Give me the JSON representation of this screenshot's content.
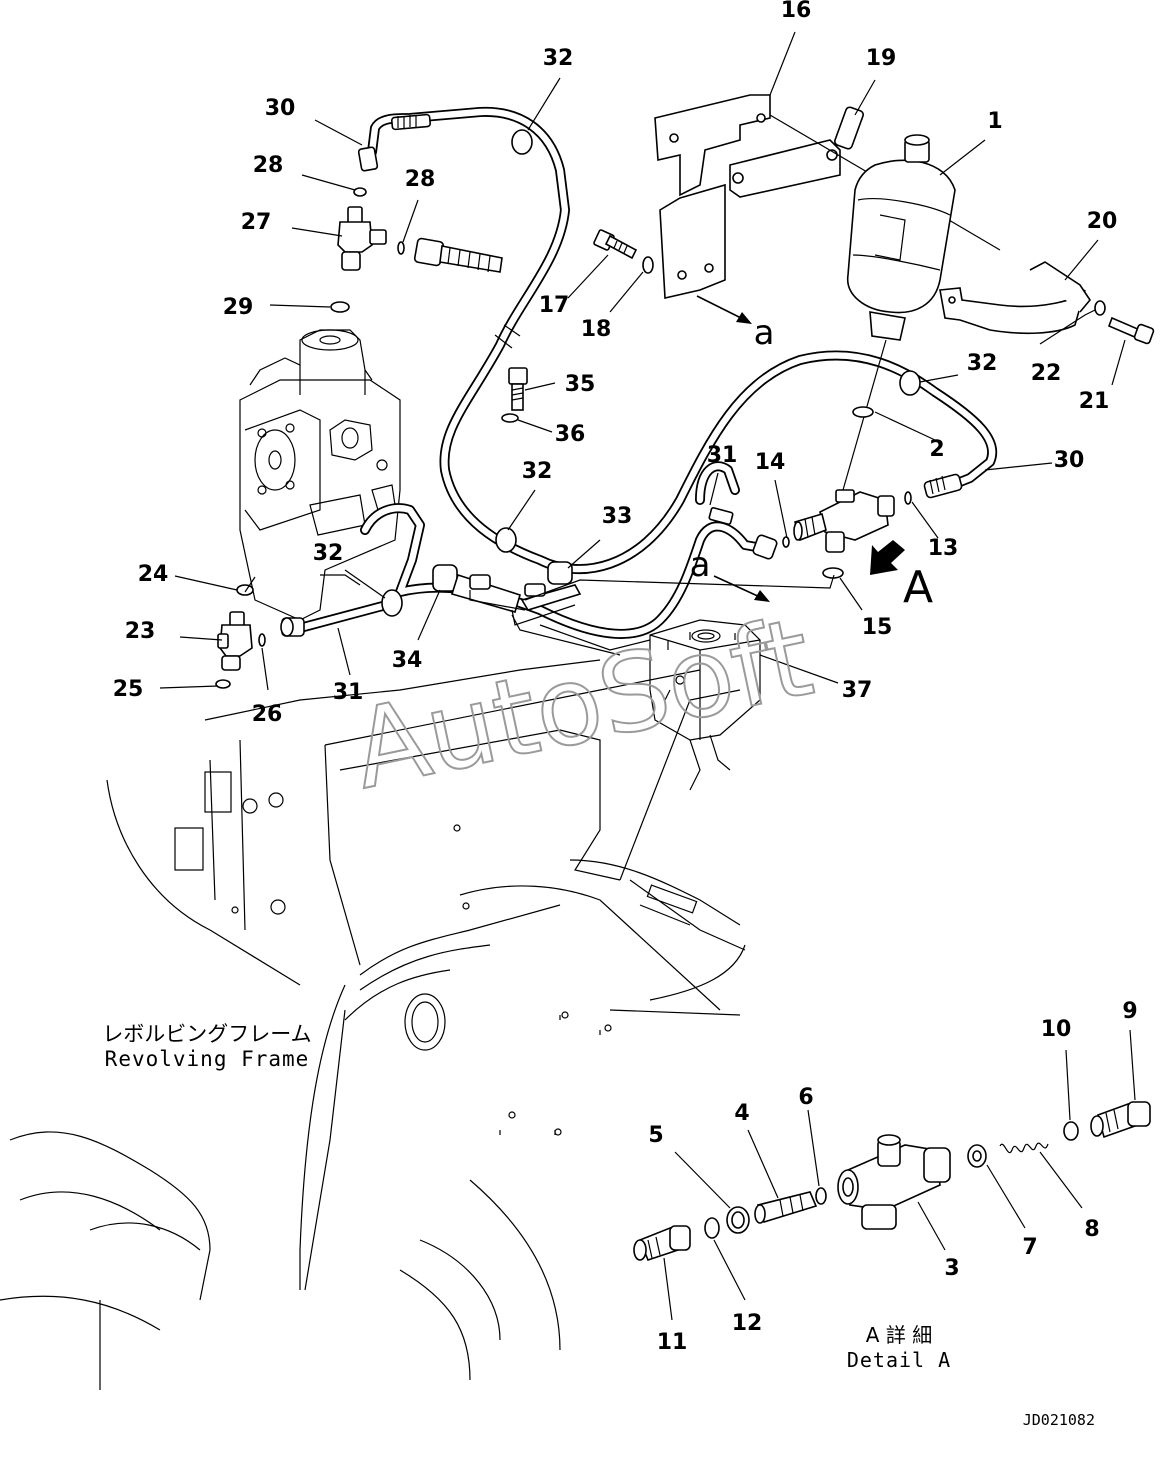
{
  "callouts": [
    {
      "n": "1"
    },
    {
      "n": "2"
    },
    {
      "n": "3"
    },
    {
      "n": "4"
    },
    {
      "n": "5"
    },
    {
      "n": "6"
    },
    {
      "n": "7"
    },
    {
      "n": "8"
    },
    {
      "n": "9"
    },
    {
      "n": "10"
    },
    {
      "n": "11"
    },
    {
      "n": "12"
    },
    {
      "n": "13"
    },
    {
      "n": "14"
    },
    {
      "n": "15"
    },
    {
      "n": "16"
    },
    {
      "n": "17"
    },
    {
      "n": "18"
    },
    {
      "n": "19"
    },
    {
      "n": "20"
    },
    {
      "n": "21"
    },
    {
      "n": "22"
    },
    {
      "n": "23"
    },
    {
      "n": "24"
    },
    {
      "n": "25"
    },
    {
      "n": "26"
    },
    {
      "n": "27"
    },
    {
      "n": "28"
    },
    {
      "n": "28"
    },
    {
      "n": "29"
    },
    {
      "n": "30"
    },
    {
      "n": "30"
    },
    {
      "n": "31"
    },
    {
      "n": "31"
    },
    {
      "n": "32"
    },
    {
      "n": "32"
    },
    {
      "n": "32"
    },
    {
      "n": "32"
    },
    {
      "n": "33"
    },
    {
      "n": "34"
    },
    {
      "n": "35"
    },
    {
      "n": "36"
    },
    {
      "n": "37"
    }
  ],
  "markers": {
    "view_arrow": "A",
    "ref_a_top": "a",
    "ref_a_mid": "a"
  },
  "labels": {
    "frame_jp": "レボルビングフレーム",
    "frame_en": "Revolving Frame",
    "detail_jp": "A 詳 細",
    "detail_en": "Detail A"
  },
  "watermark": "AutoSoft",
  "drawing_code": "JD021082"
}
